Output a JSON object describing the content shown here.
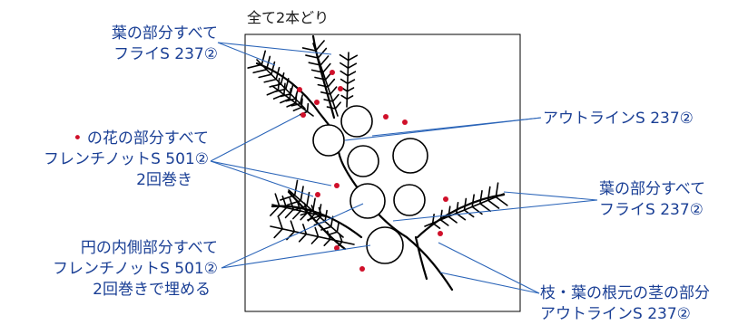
{
  "title": "全て2本どり",
  "callouts": {
    "leaf_top_left": {
      "line1": "葉の部分すべて",
      "line2": "フライS 237②"
    },
    "flower": {
      "bullet": "•",
      "line1": " の花の部分すべて",
      "line2": "フレンチノットS 501②",
      "line3": "2回巻き"
    },
    "circle_inner": {
      "line1": "円の内側部分すべて",
      "line2": "フレンチノットS 501②",
      "line3": "2回巻きで埋める"
    },
    "outline": {
      "line1": "アウトラインS 237②"
    },
    "leaf_right": {
      "line1": "葉の部分すべて",
      "line2": "フライS 237②"
    },
    "branch": {
      "line1": "枝・葉の根元の茎の部分",
      "line2": "アウトラインS 237②"
    }
  },
  "colors": {
    "label_text": "#1a3f95",
    "leader_line": "#2a64b8",
    "drawing": "#000000",
    "flower_dot": "#d0102a",
    "frame": "#000000"
  }
}
